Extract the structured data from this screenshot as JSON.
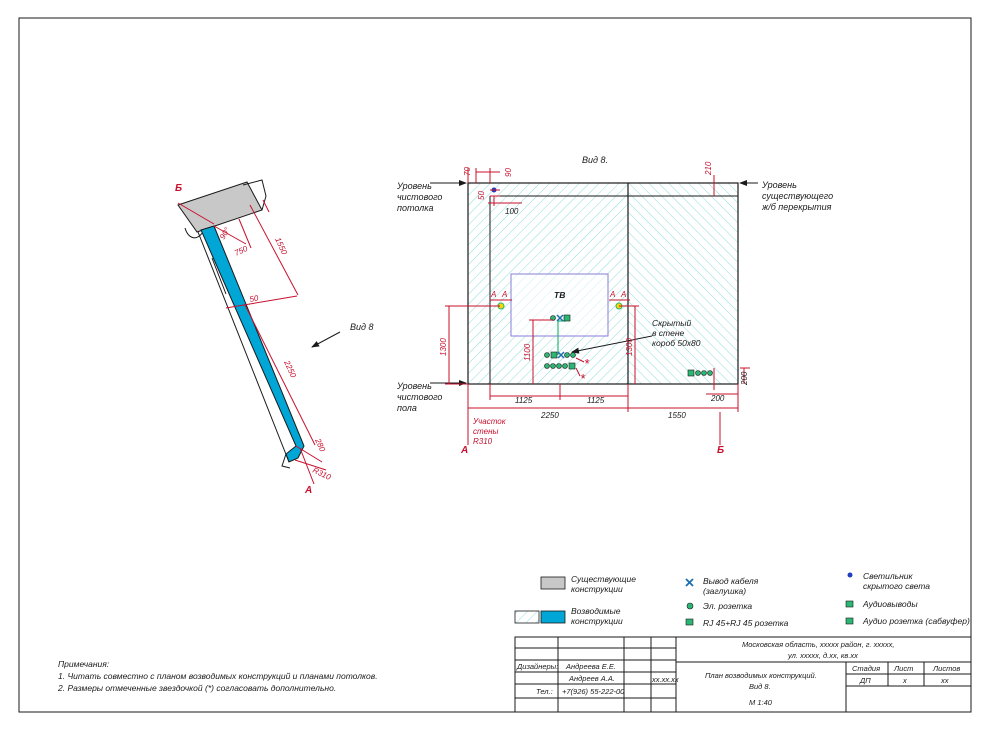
{
  "view_title": "Вид 8.",
  "labels": {
    "ceiling_level": [
      "Уровень",
      "чистового",
      "потолка"
    ],
    "floor_level": [
      "Уровень",
      "чистового",
      "пола"
    ],
    "slab_level": [
      "Уровень",
      "существующего",
      "ж/б перекрытия"
    ],
    "tv": "ТВ",
    "hidden_box": [
      "Скрытый",
      "в стене",
      "короб 50х80"
    ],
    "wall_section": [
      "Участок",
      "стены",
      "R310"
    ],
    "view_arrow": "Вид 8"
  },
  "section_marks": {
    "a": "А",
    "b": "Б"
  },
  "dimensions": {
    "d70": "70",
    "d90": "90",
    "d50": "50",
    "d100": "100",
    "d210": "210",
    "d1300_left": "1300",
    "d1100": "1100",
    "d1300_right": "1300",
    "d1125_a": "1125",
    "d1125_b": "1125",
    "d2250": "2250",
    "d1550": "1550",
    "d200_v": "200",
    "d200_h": "200",
    "plan_750": "750",
    "plan_1550": "1550",
    "plan_50": "50",
    "plan_2250": "2250",
    "plan_280": "280",
    "plan_r310": "R310",
    "plan_90deg": "90°",
    "mark_a": "А",
    "asterisk": "*"
  },
  "legend": {
    "existing": [
      "Существующие",
      "конструкции"
    ],
    "new": [
      "Возводимые",
      "конструкции"
    ],
    "cable": [
      "Вывод кабеля",
      "(заглушка)"
    ],
    "socket": "Эл. розетка",
    "rj45": "RJ 45+RJ 45 розетка",
    "light": [
      "Светильник",
      "скрытого света"
    ],
    "audio_out": "Аудиовыводы",
    "audio_socket": "Аудио розетка (сабвуфер)"
  },
  "notes": {
    "title": "Примечания:",
    "items": [
      "1. Читать совместно с планом возводимых конструкций и планами потолков.",
      "2. Размеры отмеченные звездочкой (*) согласовать дополнительно."
    ]
  },
  "title_block": {
    "designers_label": "Дизайнеры:",
    "designer1": "Андреева Е.Е.",
    "designer2": "Андреев А.А.",
    "phone_label": "Тел.:",
    "phone": "+7(926) 55-222-00",
    "date": "хх.хх.хх",
    "address1": "Московская область, ххххх район, г. ххххх,",
    "address2": "ул. ххххх, д.хх, кв.хх",
    "drawing_title1": "План возводимых конструкций.",
    "drawing_title2": "Вид 8.",
    "scale": "М  1:40",
    "stage_label": "Стадия",
    "sheet_label": "Лист",
    "sheets_label": "Листов",
    "stage": "ДП",
    "sheet": "х",
    "sheets": "хх"
  },
  "colors": {
    "dimension": "#c8102e",
    "new_construction": "#00a6d6",
    "existing": "#c8c8c8",
    "hatch": "#7fd6d6",
    "tv_frame": "#8a7fd6",
    "green": "#2bb673"
  }
}
